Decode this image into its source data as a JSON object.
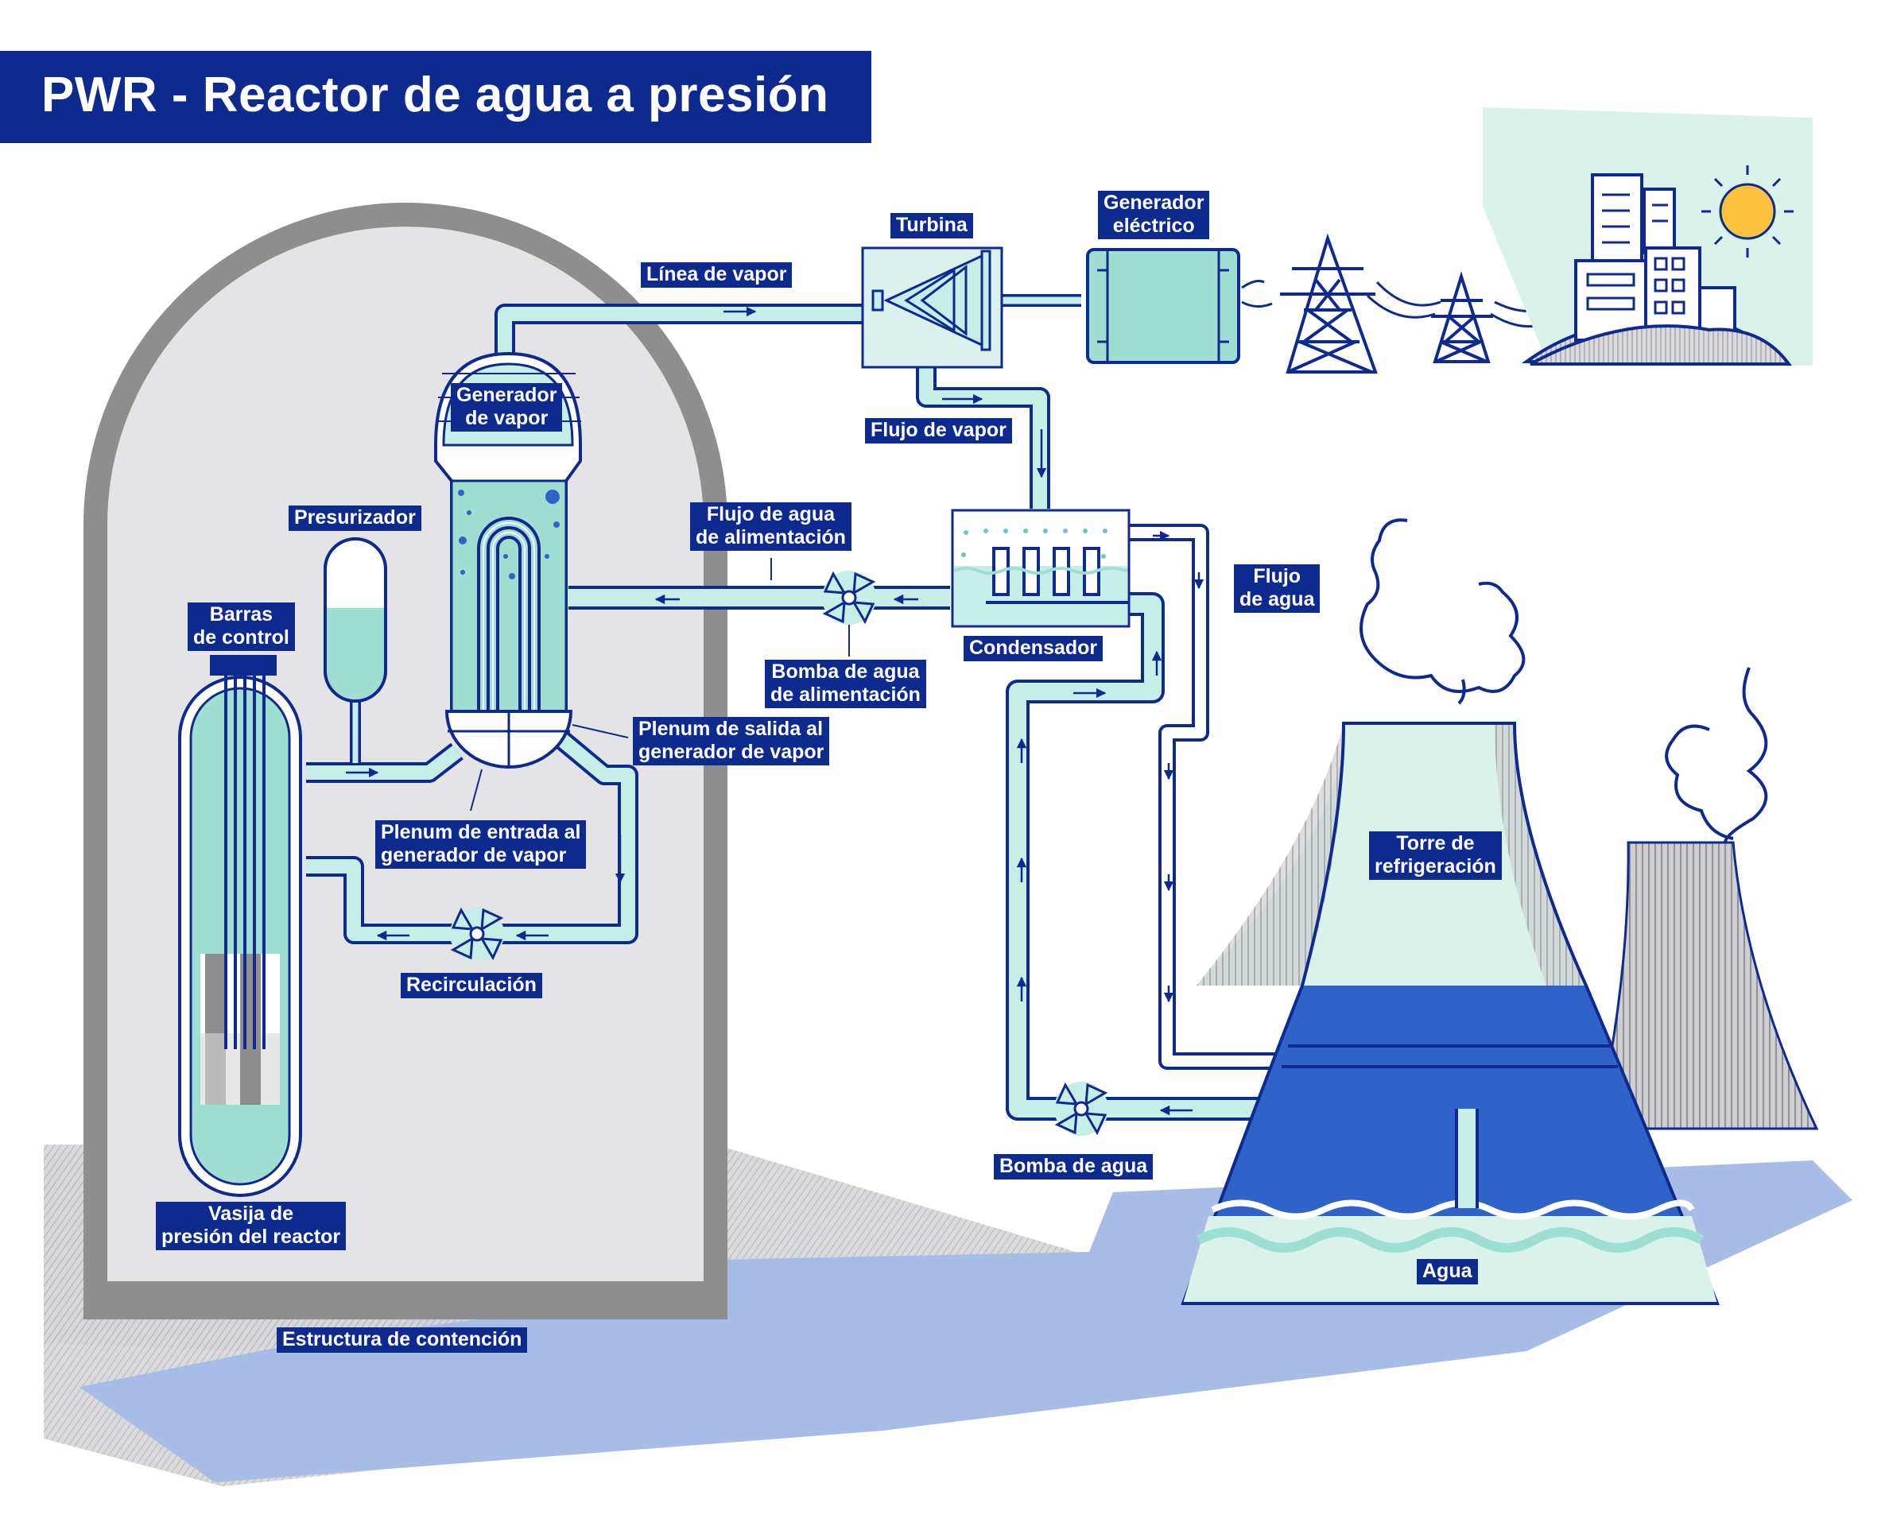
{
  "title": "PWR - Reactor de agua a presión",
  "labels": {
    "linea_vapor": "Línea de vapor",
    "turbina": "Turbina",
    "generador_electrico_1": "Generador",
    "generador_electrico_2": "eléctrico",
    "generador_vapor_1": "Generador",
    "generador_vapor_2": "de vapor",
    "presurizador": "Presurizador",
    "barras_control_1": "Barras",
    "barras_control_2": "de control",
    "flujo_vapor": "Flujo de vapor",
    "flujo_alimentacion_1": "Flujo de agua",
    "flujo_alimentacion_2": "de alimentación",
    "bomba_alimentacion_1": "Bomba de agua",
    "bomba_alimentacion_2": "de alimentación",
    "condensador": "Condensador",
    "flujo_agua_1": "Flujo",
    "flujo_agua_2": "de agua",
    "plenum_salida_1": "Plenum de salida al",
    "plenum_salida_2": "generador de vapor",
    "plenum_entrada_1": "Plenum de entrada al",
    "plenum_entrada_2": "generador de vapor",
    "recirculacion": "Recirculación",
    "torre_1": "Torre de",
    "torre_2": "refrigeración",
    "bomba_agua": "Bomba de agua",
    "vasija_1": "Vasija de",
    "vasija_2": "presión del reactor",
    "agua": "Agua",
    "estructura": "Estructura de contención"
  },
  "icons": [
    "turbine-icon",
    "generator-icon",
    "transmission-tower-icon",
    "city-icon",
    "sun-icon",
    "pump-icon",
    "steam-cloud-icon",
    "cooling-tower-icon"
  ],
  "colors": {
    "navy": "#0f2a8e",
    "pipe_fill": "#c6ede6",
    "mint": "#9fdfd2",
    "containment_gray": "#e4e4e6",
    "containment_border": "#8e8e8e",
    "tower_blue": "#2f63c8",
    "shadow_blue": "#a8bde6",
    "sun": "#fdc23f"
  }
}
